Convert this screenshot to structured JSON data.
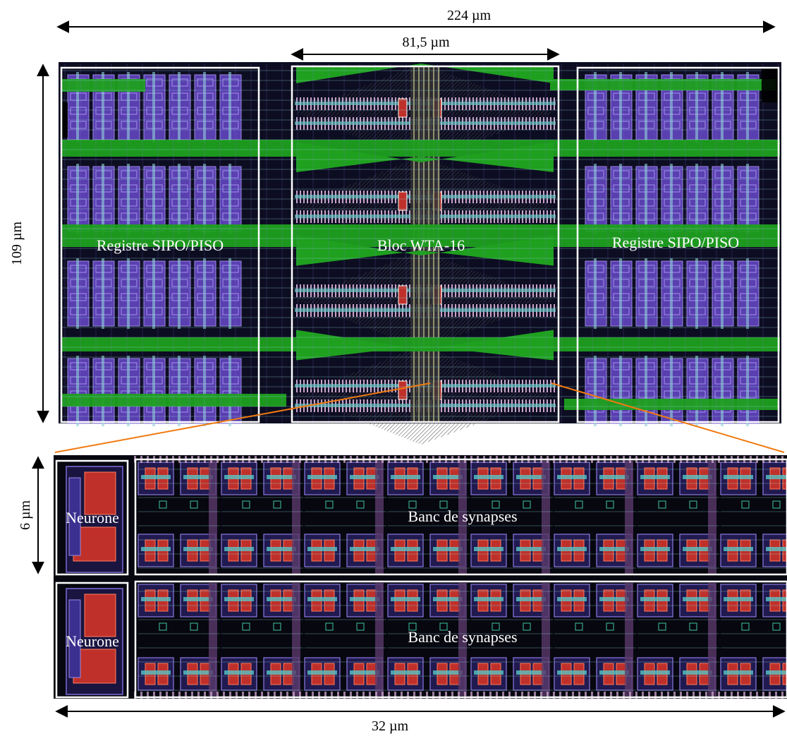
{
  "dimensions": {
    "total_width": "224 µm",
    "wta_width": "81,5 µm",
    "total_height": "109 µm",
    "detail_height": "6 µm",
    "detail_width": "32 µm"
  },
  "blocks": {
    "register_left": "Registre SIPO/PISO",
    "wta": "Bloc WTA-16",
    "register_right": "Registre SIPO/PISO"
  },
  "detail": {
    "neuron_top": "Neurone",
    "synapses_top": "Banc de synapses",
    "neuron_bottom": "Neurone",
    "synapses_bottom": "Banc de synapses"
  },
  "colors": {
    "metal_green": "#1fa01f",
    "metal_purple": "#5a3fb0",
    "poly_red": "#c0302a",
    "background": "#0a0a14",
    "outline": "#ffffff",
    "zoom_line": "#f07a10"
  }
}
